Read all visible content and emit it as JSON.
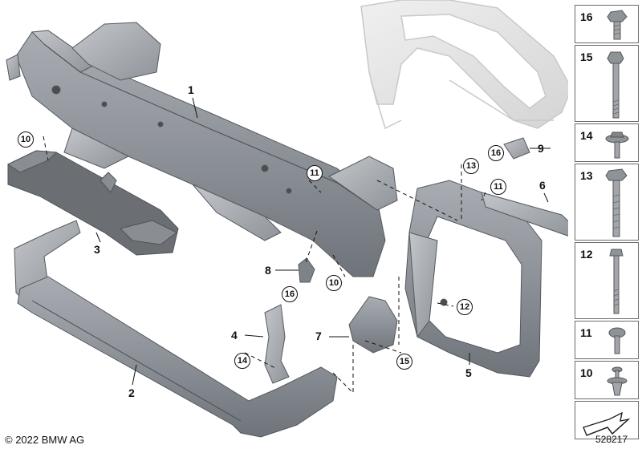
{
  "diagram": {
    "parts": [
      {
        "id": "part-1",
        "label": "1"
      },
      {
        "id": "part-2",
        "label": "2"
      },
      {
        "id": "part-3",
        "label": "3"
      },
      {
        "id": "part-4",
        "label": "4"
      },
      {
        "id": "part-5",
        "label": "5"
      },
      {
        "id": "part-6",
        "label": "6"
      },
      {
        "id": "part-7",
        "label": "7"
      },
      {
        "id": "part-8",
        "label": "8"
      },
      {
        "id": "part-9",
        "label": "9"
      }
    ],
    "callouts": [
      {
        "id": "c10a",
        "label": "10"
      },
      {
        "id": "c11a",
        "label": "11"
      },
      {
        "id": "c13a",
        "label": "13"
      },
      {
        "id": "c16a",
        "label": "16"
      },
      {
        "id": "c11b",
        "label": "11"
      },
      {
        "id": "c16b",
        "label": "16"
      },
      {
        "id": "c10b",
        "label": "10"
      },
      {
        "id": "c12a",
        "label": "12"
      },
      {
        "id": "c14a",
        "label": "14"
      },
      {
        "id": "c15a",
        "label": "15"
      }
    ]
  },
  "legend": {
    "items": [
      {
        "label": "16",
        "icon": "flange-bolt-icon"
      },
      {
        "label": "15",
        "icon": "long-hex-bolt-icon"
      },
      {
        "label": "14",
        "icon": "washer-screw-icon"
      },
      {
        "label": "13",
        "icon": "flange-bolt-long-icon"
      },
      {
        "label": "12",
        "icon": "long-screw-icon"
      },
      {
        "label": "11",
        "icon": "torx-screw-icon"
      },
      {
        "label": "10",
        "icon": "expansion-rivet-icon"
      }
    ],
    "direction_icon": "front-direction-arrow-icon"
  },
  "footer": {
    "copyright": "© 2022 BMW AG",
    "diagram_number": "528217"
  }
}
